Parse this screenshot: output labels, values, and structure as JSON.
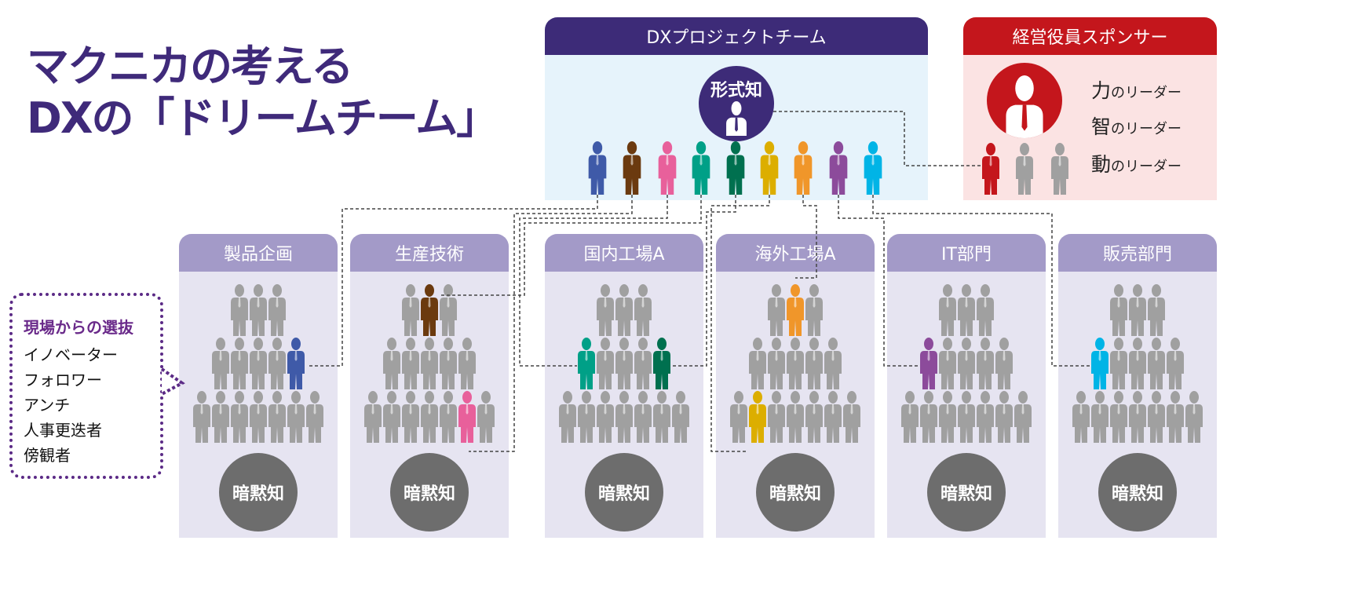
{
  "title": {
    "line1": "マクニカの考える",
    "line2": "DXの「ドリームチーム」"
  },
  "dx_team": {
    "header": "DXプロジェクトチーム",
    "leader_label": "形式知",
    "member_colors": [
      "#3f5aa8",
      "#6b3a0f",
      "#e8609b",
      "#00a087",
      "#00704f",
      "#dcae00",
      "#f0962a",
      "#8c4b9b",
      "#00b4e6"
    ]
  },
  "sponsor": {
    "header": "経営役員スポンサー",
    "leaders": [
      {
        "kanji": "力",
        "suffix": "のリーダー"
      },
      {
        "kanji": "智",
        "suffix": "のリーダー"
      },
      {
        "kanji": "動",
        "suffix": "のリーダー"
      }
    ],
    "member_colors": [
      "#c4161c",
      "#a0a0a0",
      "#a0a0a0"
    ]
  },
  "callout": {
    "heading": "現場からの選抜",
    "items": [
      "イノベーター",
      "フォロワー",
      "アンチ",
      "人事更迭者",
      "傍観者"
    ]
  },
  "colors": {
    "gray": "#a0a0a0",
    "purple": "#3d2b78",
    "red": "#c4161c"
  },
  "departments": [
    {
      "name": "製品企画",
      "knowledge": "暗黙知",
      "highlights": [
        {
          "row": 1,
          "index": 4,
          "color": "#3f5aa8"
        }
      ]
    },
    {
      "name": "生産技術",
      "knowledge": "暗黙知",
      "highlights": [
        {
          "row": 0,
          "index": 1,
          "color": "#6b3a0f"
        },
        {
          "row": 2,
          "index": 5,
          "color": "#e8609b"
        }
      ]
    },
    {
      "name": "国内工場A",
      "knowledge": "暗黙知",
      "highlights": [
        {
          "row": 1,
          "index": 0,
          "color": "#00a087"
        },
        {
          "row": 1,
          "index": 4,
          "color": "#00704f"
        }
      ]
    },
    {
      "name": "海外工場A",
      "knowledge": "暗黙知",
      "highlights": [
        {
          "row": 0,
          "index": 1,
          "color": "#f0962a"
        },
        {
          "row": 2,
          "index": 1,
          "color": "#dcae00"
        }
      ]
    },
    {
      "name": "IT部門",
      "knowledge": "暗黙知",
      "highlights": [
        {
          "row": 1,
          "index": 0,
          "color": "#8c4b9b"
        }
      ]
    },
    {
      "name": "販売部門",
      "knowledge": "暗黙知",
      "highlights": [
        {
          "row": 1,
          "index": 0,
          "color": "#00b4e6"
        }
      ]
    }
  ]
}
